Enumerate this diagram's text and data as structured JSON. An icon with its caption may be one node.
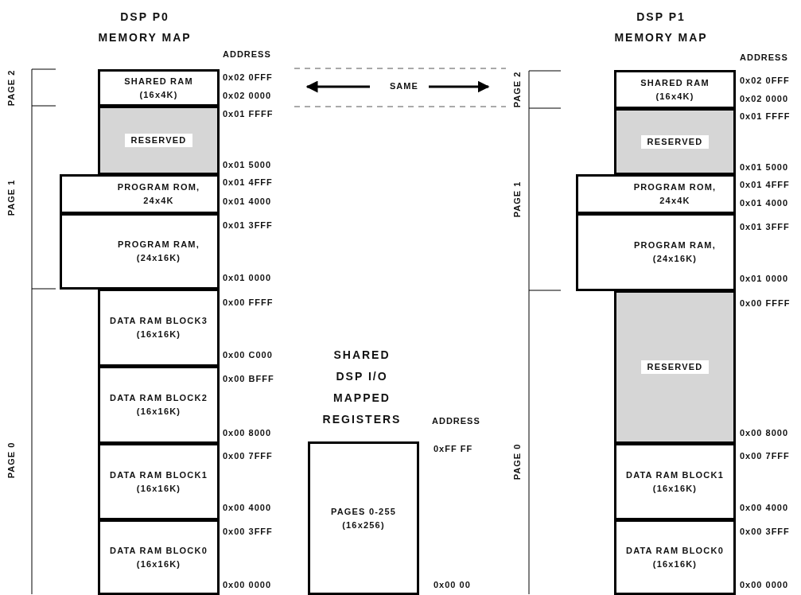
{
  "diagram": {
    "nodes": [
      {
        "text": [
          "SHARED RAM (16x4K)"
        ]
      },
      {
        "text": [
          "RESERVED"
        ]
      },
      {
        "text": [
          "PROGRAM ROM, 24x4K"
        ]
      },
      {
        "text": [
          "PROGRAM RAM, (24x16K)"
        ]
      },
      {
        "text": [
          "DATA RAM BLOCK3 (16x16K)"
        ]
      },
      {
        "text": [
          "DATA RAM BLOCK2 (16x16K)"
        ]
      },
      {
        "text": [
          "DATA RAM BLOCK1 (16x16K)"
        ]
      },
      {
        "text": [
          "DATA RAM BLOCK0 (16x16K)"
        ]
      },
      {
        "text": [
          "PAGES 0-255 (16x256)"
        ]
      },
      {
        "text": [
          "SHARED RAM (16x4K)"
        ]
      },
      {
        "text": [
          "RESERVED"
        ]
      },
      {
        "text": [
          "PROGRAM ROM, 24x4K"
        ]
      },
      {
        "text": [
          "PROGRAM RAM, (24x16K)"
        ]
      },
      {
        "text": [
          "RESERVED"
        ]
      },
      {
        "text": [
          "DATA RAM BLOCK1 (16x16K)"
        ]
      },
      {
        "text": [
          "DATA RAM BLOCK0 (16x16K)"
        ]
      }
    ],
    "labels": [
      "DSP P0 MEMORY MAP",
      "DSP P1 MEMORY MAP",
      "ADDRESS",
      "ADDRESS",
      "PAGE 2",
      "0x02 0FFF",
      "SAME",
      "PAGE 2",
      "0x02 0FFF",
      "0x02 0000",
      "0x02 0000",
      "0x01 FFFF",
      "0x01 FFFF",
      "0x01 5000",
      "0x01 5000",
      "0x01 4FFF",
      "0x01 4FFF",
      "0x01 4000",
      "0x01 4000",
      "PAGE 1",
      "PAGE 1",
      "0x01 3FFF",
      "0x01 3FFF",
      "0x01 0000",
      "0x01 0000",
      "0x00 FFFF",
      "0x00 FFFF",
      "0x00 C000",
      "SHARED DSP I/O MAPPED REGISTERS",
      "0x00 BFFF",
      "0x00 8000",
      "ADDRESS",
      "0x00 8000",
      "PAGE 0",
      "PAGE 0",
      "0x00 7FFF",
      "0xFF FF",
      "0x00 7FFF",
      "0x00 4000",
      "0x00 4000",
      "0x00 3FFF",
      "0x00 3FFF",
      "0x00 0000",
      "0x00 00",
      "0x00 0000"
    ]
  }
}
